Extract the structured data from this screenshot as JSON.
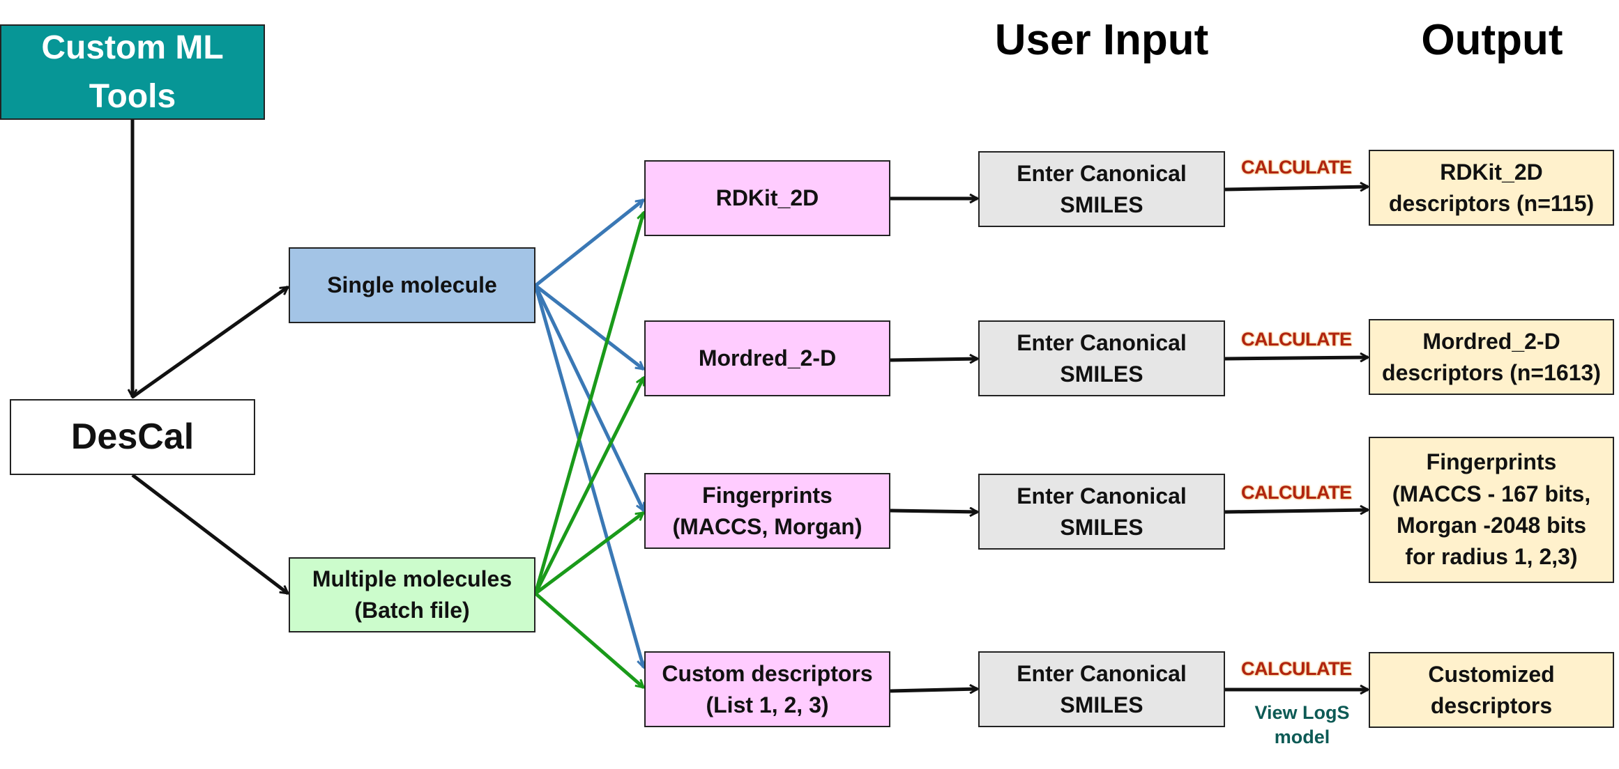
{
  "headings": {
    "user_input": "User Input",
    "output": "Output"
  },
  "nodes": {
    "custom_ml_tools": "Custom ML\nTools",
    "descal": "DesCal",
    "single_molecule": "Single molecule",
    "multiple_molecules": "Multiple molecules\n(Batch file)",
    "rdkit_2d": "RDKit_2D",
    "mordred_2d": "Mordred_2-D",
    "fingerprints": "Fingerprints\n(MACCS, Morgan)",
    "custom_descriptors": "Custom descriptors\n(List 1, 2, 3)"
  },
  "inputs": [
    "Enter Canonical\nSMILES",
    "Enter Canonical\nSMILES",
    "Enter Canonical\nSMILES",
    "Enter Canonical\nSMILES"
  ],
  "calculate_labels": [
    "CALCULATE",
    "CALCULATE",
    "CALCULATE",
    "CALCULATE"
  ],
  "outputs": [
    "RDKit_2D\ndescriptors (n=115)",
    "Mordred_2-D\ndescriptors (n=1613)",
    "Fingerprints\n(MACCS - 167 bits,\nMorgan -2048 bits\nfor radius 1, 2,3)",
    "Customized\ndescriptors"
  ],
  "view_logs_model": "View LogS\nmodel",
  "colors": {
    "custom_ml_tools_fill": "#079696",
    "single_molecule_fill": "#a3c4e6",
    "multiple_molecules_fill": "#ccfccc",
    "method_fill": "#ffccff",
    "input_fill": "#e6e6e6",
    "output_fill": "#fff1cc",
    "arrow_black": "#111111",
    "arrow_blue": "#3a78b5",
    "arrow_green": "#1a9a1a",
    "calculate_text": "#b0240f",
    "view_logs_text": "#0d5a55"
  }
}
